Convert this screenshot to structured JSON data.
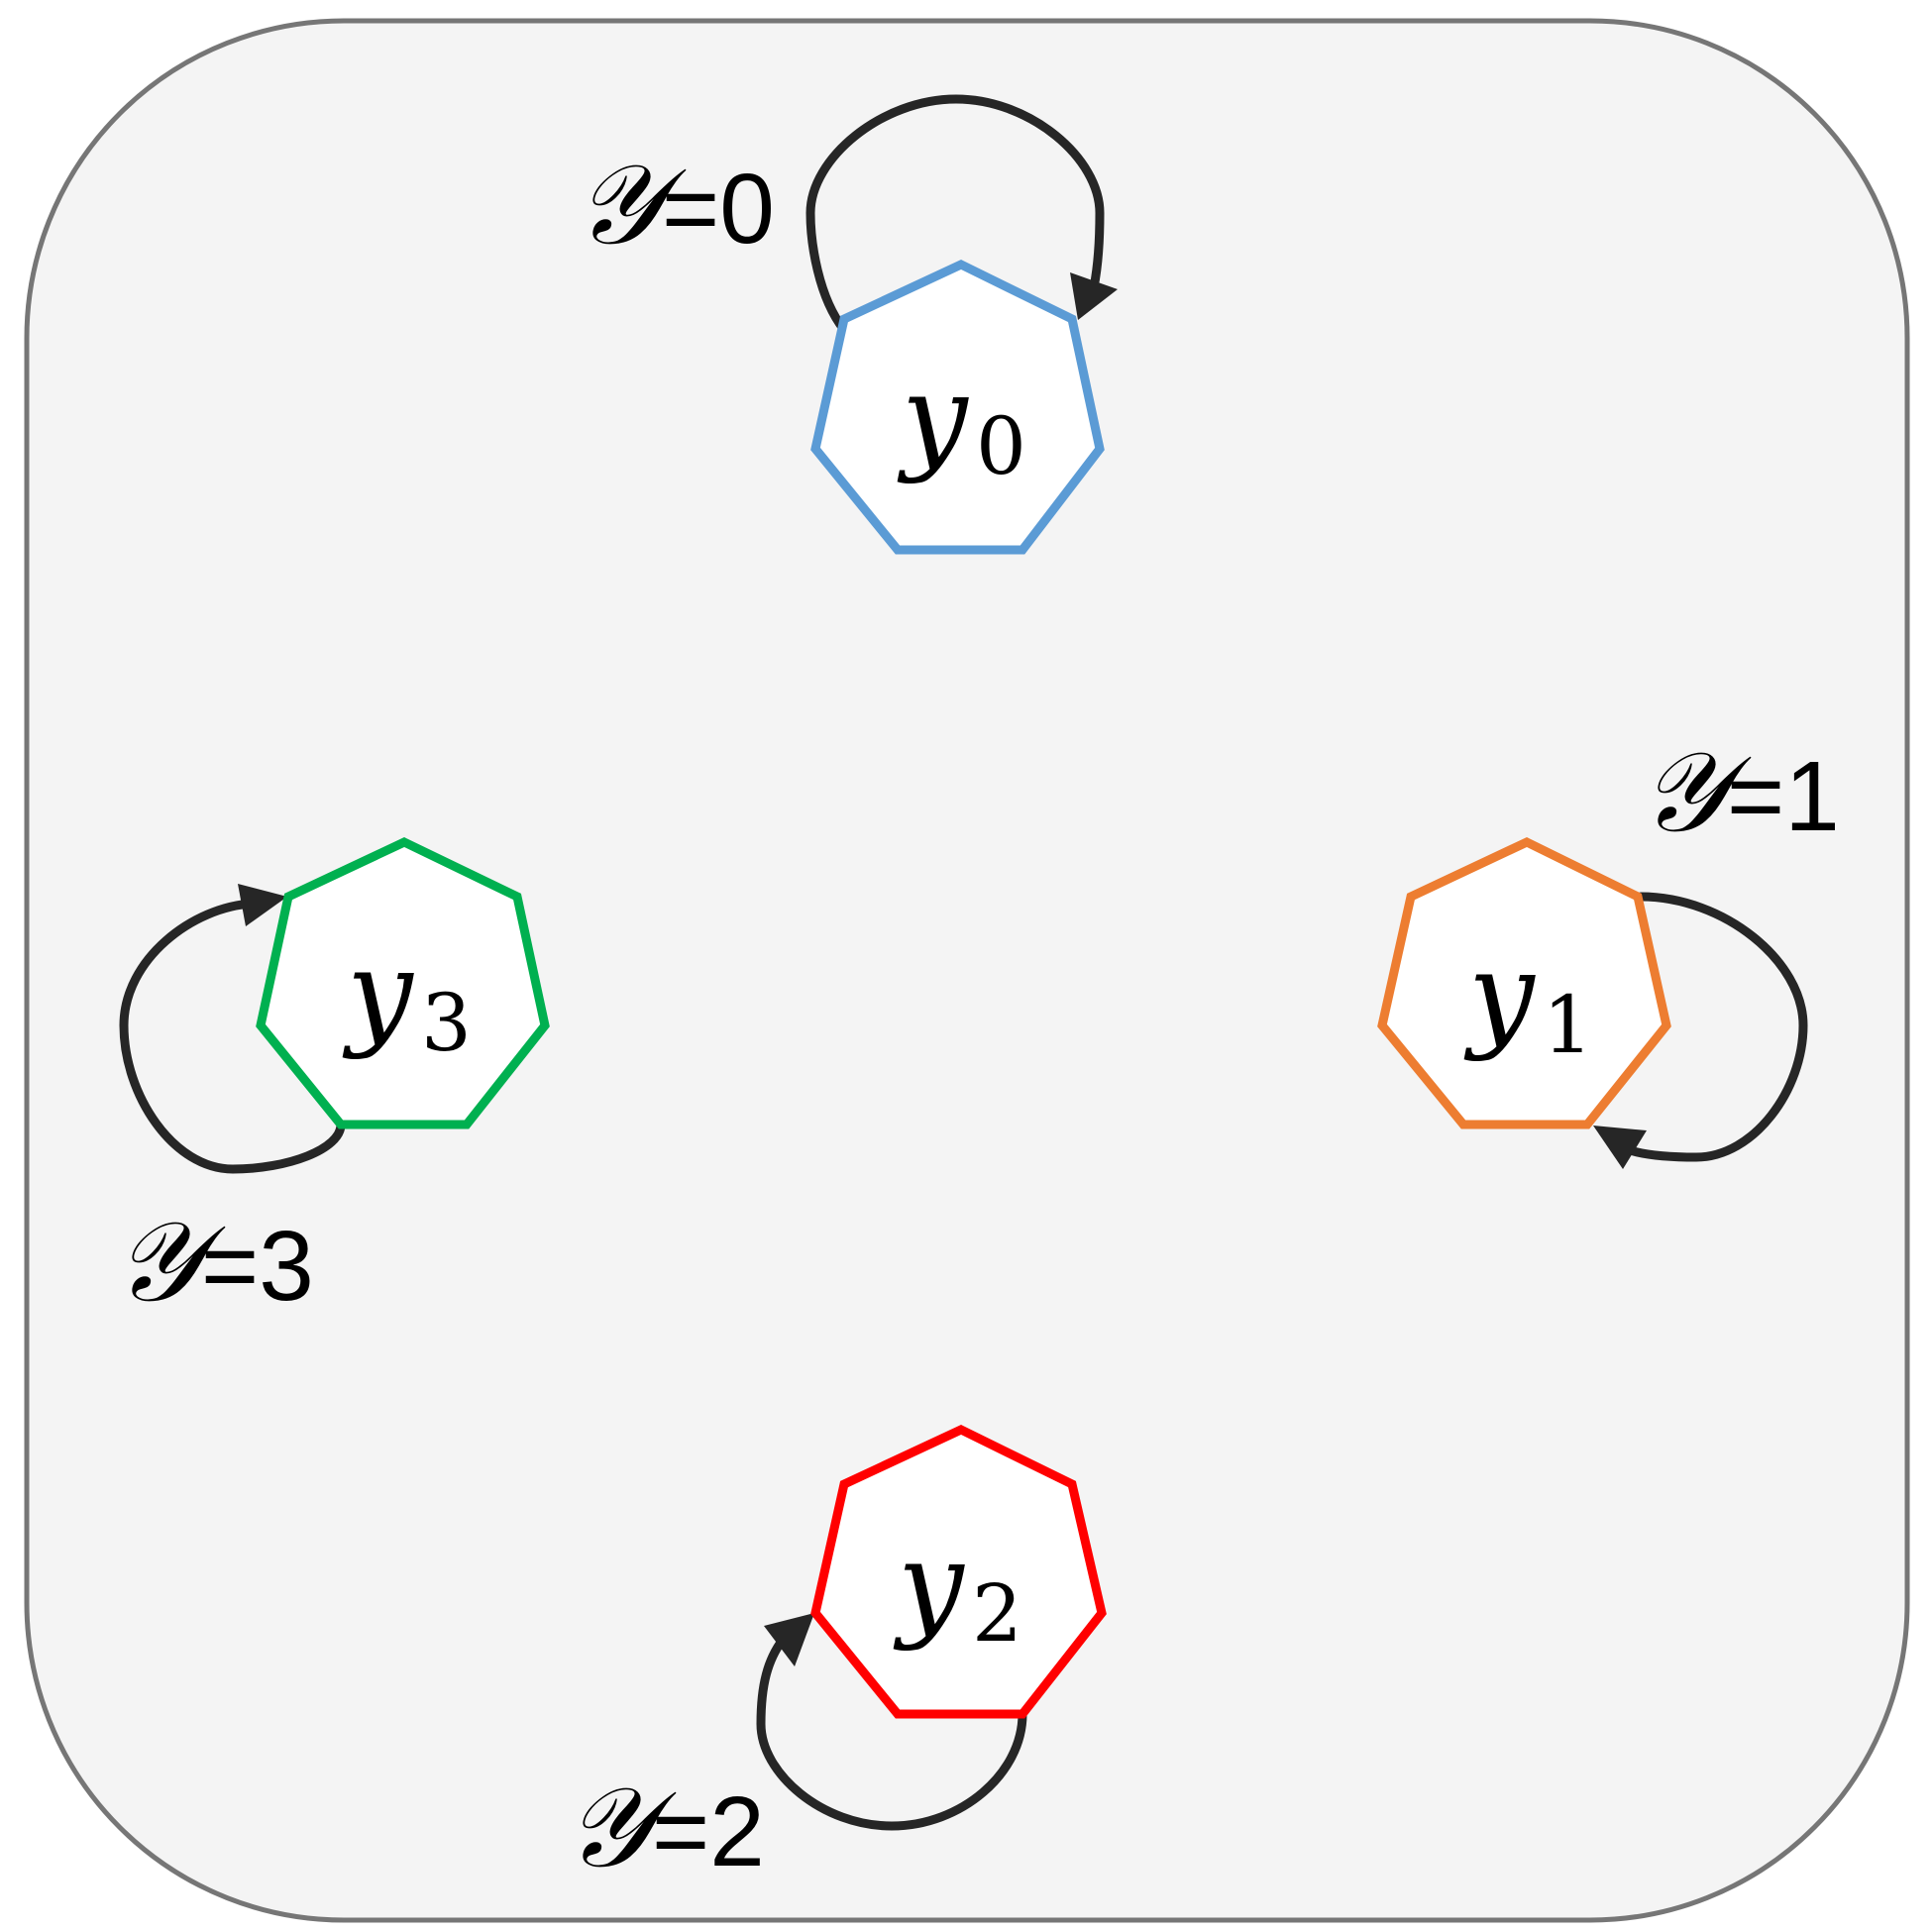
{
  "panel": {
    "background": "#f4f4f4",
    "border_color": "#767676"
  },
  "nodes": [
    {
      "id": "y0",
      "letter": "y",
      "subscript": "0",
      "color": "#5b9bd5",
      "loop_label": {
        "symbol": "𝒴",
        "equals": "=0"
      }
    },
    {
      "id": "y1",
      "letter": "y",
      "subscript": "1",
      "color": "#ed7d31",
      "loop_label": {
        "symbol": "𝒴",
        "equals": "=1"
      }
    },
    {
      "id": "y2",
      "letter": "y",
      "subscript": "2",
      "color": "#ff0000",
      "loop_label": {
        "symbol": "𝒴",
        "equals": "=2"
      }
    },
    {
      "id": "y3",
      "letter": "y",
      "subscript": "3",
      "color": "#00b050",
      "loop_label": {
        "symbol": "𝒴",
        "equals": "=3"
      }
    }
  ],
  "edge_color": "#262626"
}
